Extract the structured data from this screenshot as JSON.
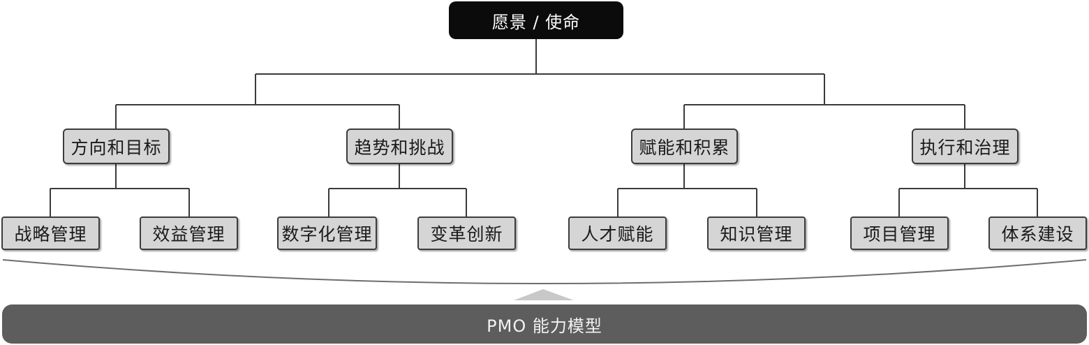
{
  "diagram": {
    "root": {
      "label": "愿景 / 使命"
    },
    "categories": [
      {
        "label": "方向和目标",
        "children": [
          "战略管理",
          "效益管理"
        ]
      },
      {
        "label": "趋势和挑战",
        "children": [
          "数字化管理",
          "变革创新"
        ]
      },
      {
        "label": "赋能和积累",
        "children": [
          "人才赋能",
          "知识管理"
        ]
      },
      {
        "label": "执行和治理",
        "children": [
          "项目管理",
          "体系建设"
        ]
      }
    ],
    "foundation": {
      "label": "PMO 能力模型"
    }
  },
  "colors": {
    "root_fill": "#0b0b0b",
    "node_fill": "#d5d5d5",
    "node_border": "#3c3c3c",
    "foundation_fill": "#5d5d5d",
    "connector": "#3a3a3a"
  }
}
